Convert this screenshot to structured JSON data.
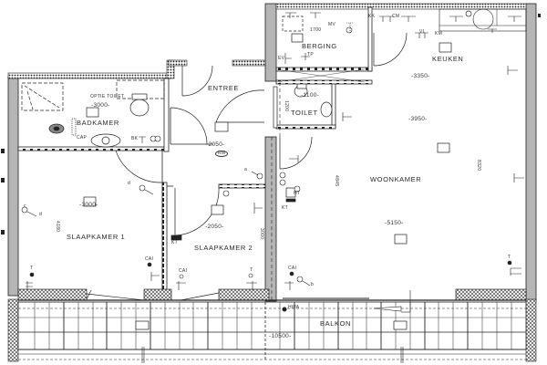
{
  "plan": {
    "type": "floor plan",
    "colors": {
      "wall_fill": "#b5b5b5",
      "wall_stroke": "#222222",
      "line": "#222222",
      "background": "#ffffff"
    },
    "rooms": [
      {
        "id": "badkamer",
        "label": "BADKAMER",
        "dimension": "3000",
        "note": "OPTIE TOILET"
      },
      {
        "id": "entree",
        "label": "ENTREE",
        "dimension": "2050",
        "tag": "RM"
      },
      {
        "id": "berging",
        "label": "BERGING",
        "dimension": "1700"
      },
      {
        "id": "toilet",
        "label": "TOILET",
        "dimension": "1100",
        "dimension_vertical": "1200"
      },
      {
        "id": "keuken",
        "label": "KEUKEN",
        "dimension": "3350"
      },
      {
        "id": "woonkamer",
        "label": "WOONKAMER",
        "dimension_top": "3950",
        "dimension_mid": "5150",
        "dimension_vertical_left": "4845",
        "dimension_vertical_right": "8320"
      },
      {
        "id": "slaapkamer1",
        "label": "SLAAPKAMER 1",
        "dimension": "3000",
        "dimension_vertical": "4180"
      },
      {
        "id": "slaapkamer2",
        "label": "SLAAPKAMER 2",
        "dimension": "2050",
        "dimension_vertical": "3000"
      },
      {
        "id": "balkon",
        "label": "BALKON",
        "dimension": "10500"
      }
    ],
    "symbols": {
      "cap": "CAP",
      "bk": "BK",
      "kt": "KT",
      "ht": "HT",
      "cai": "CAI",
      "t": "T",
      "mv": "MV",
      "ev": "EV",
      "tp": "TP",
      "kk": "KK",
      "cm": "CM",
      "vl": "VL",
      "km": "KM",
      "hwa": "HWA",
      "d": "d",
      "a": "a",
      "b": "b",
      "c": "c"
    }
  }
}
